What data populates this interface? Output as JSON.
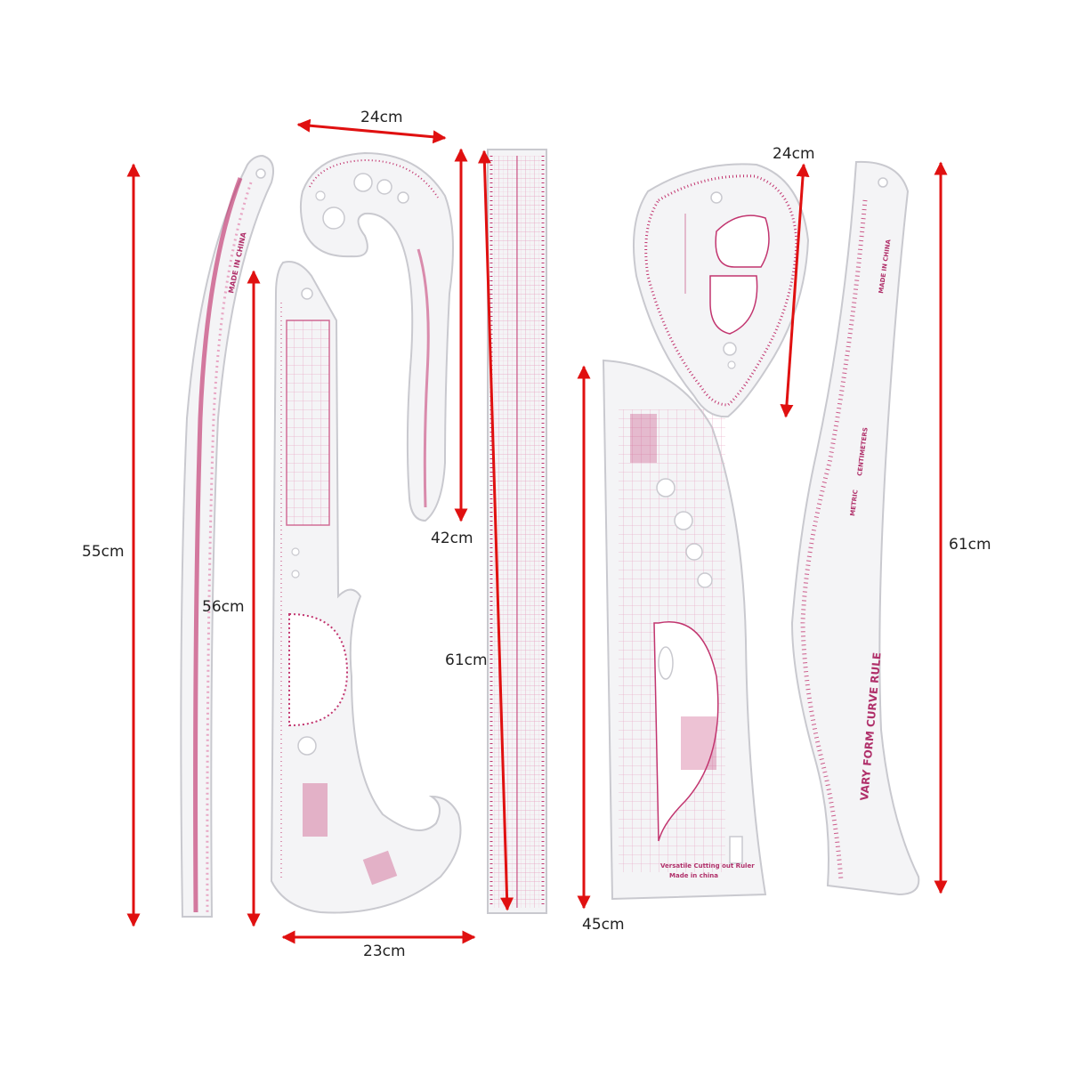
{
  "colors": {
    "arrow": "#e01010",
    "marking": "#c2356f",
    "marking_light": "#e8a7c4",
    "ruler_body": "#f4f4f6",
    "ruler_edge": "#c9c9cf"
  },
  "dimensions": {
    "long_curve_height": "55cm",
    "hip_curve_height": "56cm",
    "hip_curve_width": "23cm",
    "french_curve_width": "24cm",
    "french_curve_height": "42cm",
    "straight_ruler_height": "61cm",
    "armhole_curve_height": "45cm",
    "teardrop_height": "24cm",
    "vary_form_height": "61cm"
  },
  "ruler_text": {
    "vary_form_title": "VARY FORM CURVE RULE",
    "vary_form_metric": "METRIC",
    "vary_form_unit": "CENTIMETERS",
    "vary_form_made_in": "MADE IN CHINA",
    "armhole_caption": "Versatile Cutting out Ruler",
    "armhole_made_in": "Made in china",
    "long_curve_made_in": "MADE IN CHINA"
  }
}
